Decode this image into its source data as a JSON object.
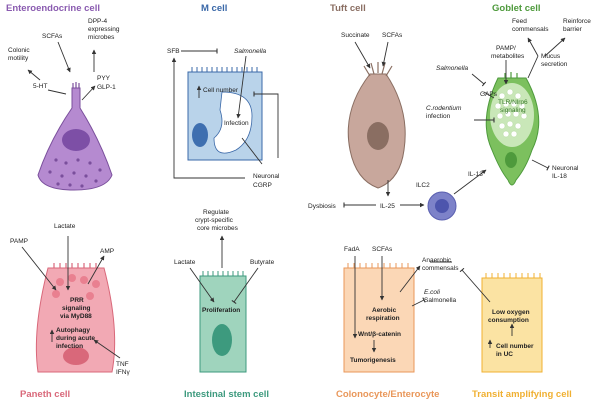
{
  "panels": {
    "enteroendocrine": {
      "title": "Enteroendocrine cell",
      "title_color": "#8a5bb0",
      "labels": {
        "scfas": "SCFAs",
        "dpp4_1": "DPP-4",
        "dpp4_2": "expressing",
        "dpp4_3": "microbes",
        "colonic_1": "Colonic",
        "colonic_2": "motility",
        "pyy": "PYY",
        "glp1": "GLP-1",
        "ht5": "5-HT"
      }
    },
    "m_cell": {
      "title": "M cell",
      "title_color": "#3a68a8",
      "labels": {
        "sfb": "SFB",
        "salmonella": "Salmonella",
        "cell_number": "Cell number",
        "infection": "Infection",
        "neuronal_1": "Neuronal",
        "neuronal_2": "CGRP"
      }
    },
    "tuft": {
      "title": "Tuft cell",
      "title_color": "#8a6e62",
      "labels": {
        "succinate": "Succinate",
        "scfas": "SCFAs",
        "dysbiosis": "Dysbiosis",
        "il25": "IL-25",
        "ilc2": "ILC2",
        "il13": "IL-13"
      }
    },
    "goblet": {
      "title": "Goblet cell",
      "title_color": "#4e9a3c",
      "labels": {
        "feed_1": "Feed",
        "feed_2": "commensals",
        "reinforce_1": "Reinforce",
        "reinforce_2": "barrier",
        "pamp_1": "PAMP/",
        "pamp_2": "metabolites",
        "mucus_1": "Mucus",
        "mucus_2": "secretion",
        "salmonella": "Salmonella",
        "gaps": "GAPs",
        "crod_1": "C.rodentium",
        "crod_2": "infection",
        "tlr_1": "TLR/Nlrp6",
        "tlr_2": "signaling",
        "neuronal_1": "Neuronal",
        "neuronal_2": "IL-18"
      }
    },
    "paneth": {
      "title": "Paneth cell",
      "title_color": "#d9687a",
      "labels": {
        "lactate": "Lactate",
        "pamp": "PAMP",
        "amp": "AMP",
        "prr_1": "PRR",
        "prr_2": "signaling",
        "prr_3": "via MyD88",
        "auto_1": "Autophagy",
        "auto_2": "during acute",
        "auto_3": "infection",
        "tnf": "TNF",
        "ifn": "IFNγ"
      }
    },
    "stem": {
      "title": "Intestinal stem cell",
      "title_color": "#3d9a7e",
      "labels": {
        "regulate_1": "Regulate",
        "regulate_2": "crypt-specific",
        "regulate_3": "core microbes",
        "lactate": "Lactate",
        "butyrate": "Butyrate",
        "proliferation": "Proliferation"
      }
    },
    "colonocyte": {
      "title": "Colonocyte/Enterocyte",
      "title_color": "#e9975a",
      "labels": {
        "fada": "FadA",
        "scfas": "SCFAs",
        "anaerobic_1": "Anaerobic",
        "anaerobic_2": "commensals",
        "aerobic_1": "Aerobic",
        "aerobic_2": "respiration",
        "ecoli": "E.coli",
        "salmonella": "Salmonella",
        "wnt": "Wnt/β-catenin",
        "tumorigenesis": "Tumorigenesis"
      }
    },
    "transit": {
      "title": "Transit amplifying cell",
      "title_color": "#f0b032",
      "labels": {
        "low_1": "Low oxygen",
        "low_2": "consumption",
        "cellnum_1": "Cell number",
        "cellnum_2": "in UC"
      }
    }
  }
}
